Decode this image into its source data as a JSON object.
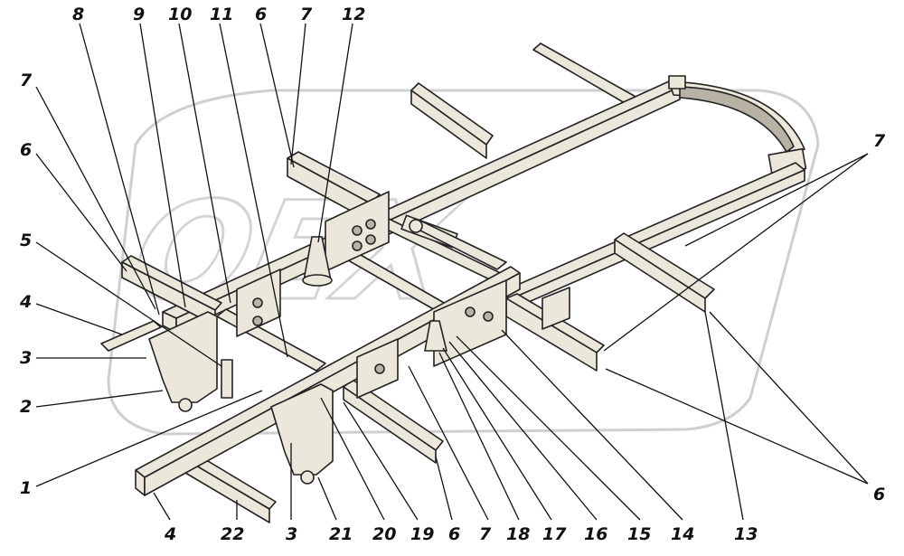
{
  "watermark": {
    "text": "ОЕХ"
  },
  "callouts": {
    "top": [
      "8",
      "9",
      "10",
      "11",
      "6",
      "7",
      "12"
    ],
    "left": [
      "7",
      "6",
      "5",
      "4",
      "3",
      "2",
      "1"
    ],
    "bottom": [
      "4",
      "22",
      "3",
      "21",
      "20",
      "19",
      "6",
      "7",
      "18",
      "17",
      "16",
      "15",
      "14",
      "13"
    ],
    "right": [
      "7",
      "6"
    ]
  }
}
